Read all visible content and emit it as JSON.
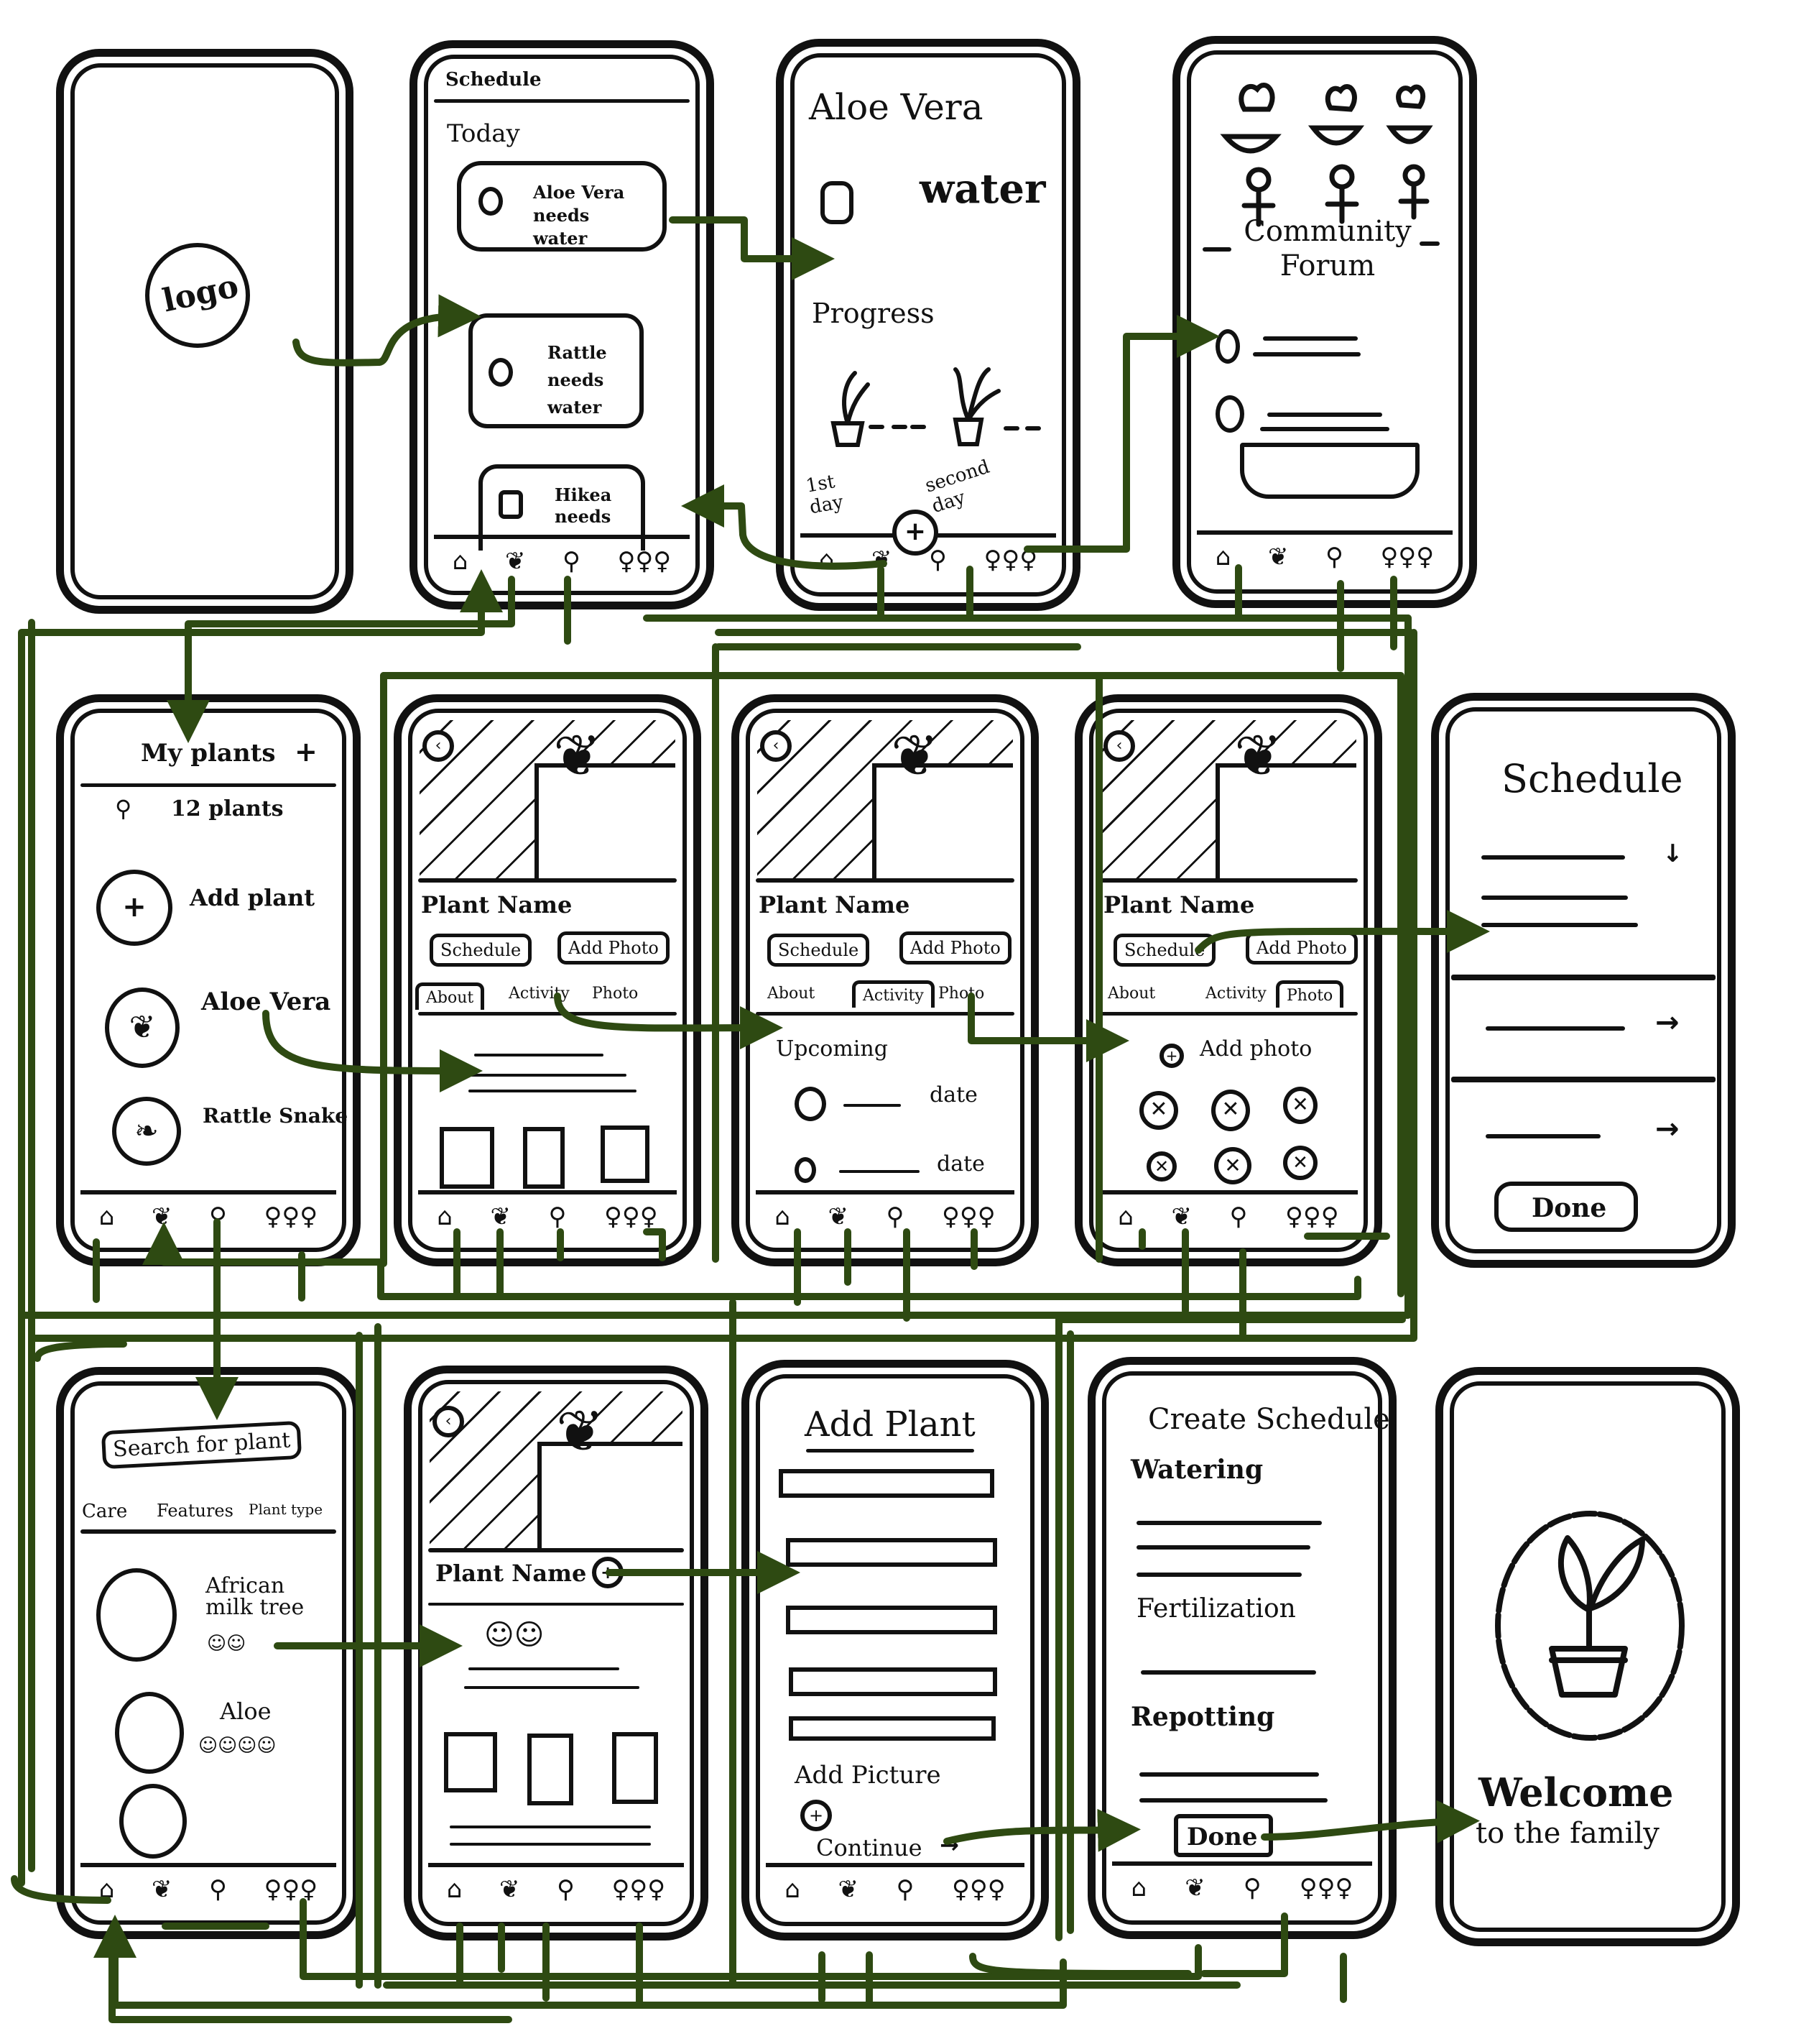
{
  "colors": {
    "ink": "#111111",
    "flow": "#2e4a12"
  },
  "screens": {
    "splash": {
      "logo": "logo"
    },
    "schedule_feed": {
      "header": "Schedule",
      "section": "Today",
      "cards": [
        "Aloe Vera needs water",
        "Rattle needs water",
        "Hikea needs"
      ]
    },
    "plant_care": {
      "title": "Aloe Vera",
      "action": "water",
      "progress_label": "Progress",
      "days": [
        "1st day",
        "second day"
      ]
    },
    "community": {
      "title": "Community Forum"
    },
    "my_plants": {
      "title": "My plants",
      "count": "12 plants",
      "items": [
        "Add plant",
        "Aloe Vera",
        "Rattle Snake"
      ]
    },
    "detail_about": {
      "plant_name": "Plant Name",
      "buttons": [
        "Schedule",
        "Add Photo"
      ],
      "tabs": [
        "About",
        "Activity",
        "Photo"
      ]
    },
    "detail_activity": {
      "plant_name": "Plant Name",
      "buttons": [
        "Schedule",
        "Add Photo"
      ],
      "tabs": [
        "About",
        "Activity",
        "Photo"
      ],
      "upcoming": "Upcoming",
      "date_label": "date"
    },
    "detail_photo": {
      "plant_name": "Plant Name",
      "buttons": [
        "Schedule",
        "Add Photo"
      ],
      "tabs": [
        "About",
        "Activity",
        "Photo"
      ],
      "add_photo": "Add photo"
    },
    "schedule_set": {
      "title": "Schedule",
      "done": "Done"
    },
    "search": {
      "search_placeholder": "Search for plant",
      "filters": [
        "Care",
        "Features",
        "Plant type"
      ],
      "results": [
        "African milk tree",
        "Aloe"
      ]
    },
    "plant_info": {
      "plant_name": "Plant Name"
    },
    "add_plant": {
      "title": "Add Plant",
      "add_picture": "Add Picture",
      "continue": "Continue"
    },
    "create_schedule": {
      "title": "Create Schedule",
      "sections": [
        "Watering",
        "Fertilization",
        "Repotting"
      ],
      "done": "Done"
    },
    "welcome": {
      "line1": "Welcome",
      "line2": "to the family"
    }
  },
  "icons": {
    "tabbar": [
      "home-icon",
      "plant-icon",
      "search-icon",
      "community-icon"
    ]
  }
}
